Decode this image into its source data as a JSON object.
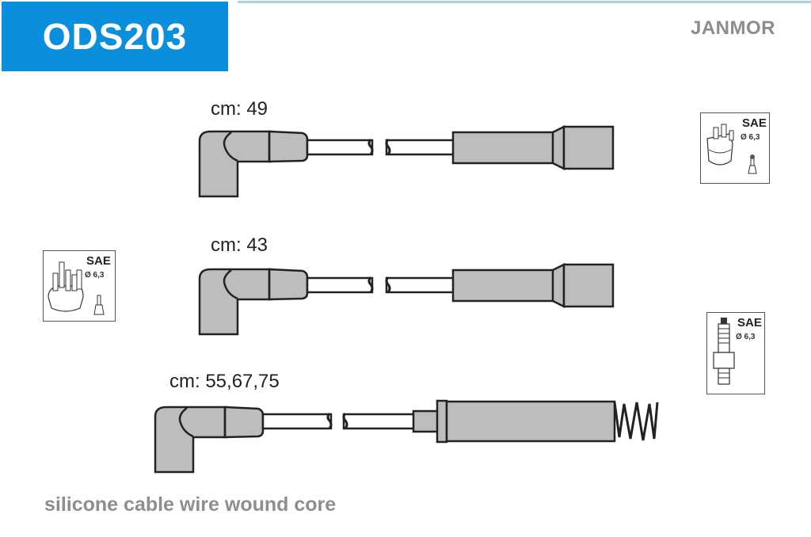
{
  "header": {
    "part_number": "ODS203",
    "brand": "JANMOR",
    "accent_color": "#0b8fdc"
  },
  "cables": [
    {
      "label": "cm: 49",
      "left_end": "angled-boot",
      "right_end": "straight-boot-ferrule"
    },
    {
      "label": "cm: 43",
      "left_end": "angled-boot",
      "right_end": "straight-boot-ferrule"
    },
    {
      "label": "cm: 55,67,75",
      "left_end": "angled-boot",
      "right_end": "straight-boot-spring"
    }
  ],
  "badges": [
    {
      "name": "distributor-cap-badge-right",
      "standard": "SAE",
      "diameter": "Ø 6,3",
      "icon": "distributor-cap-icon"
    },
    {
      "name": "distributor-cap-badge-left",
      "standard": "SAE",
      "diameter": "Ø 6,3",
      "icon": "distributor-cap-icon"
    },
    {
      "name": "spark-plug-badge",
      "standard": "SAE",
      "diameter": "Ø 6,3",
      "icon": "spark-plug-icon"
    }
  ],
  "footer": {
    "description": "silicone cable wire wound core"
  }
}
